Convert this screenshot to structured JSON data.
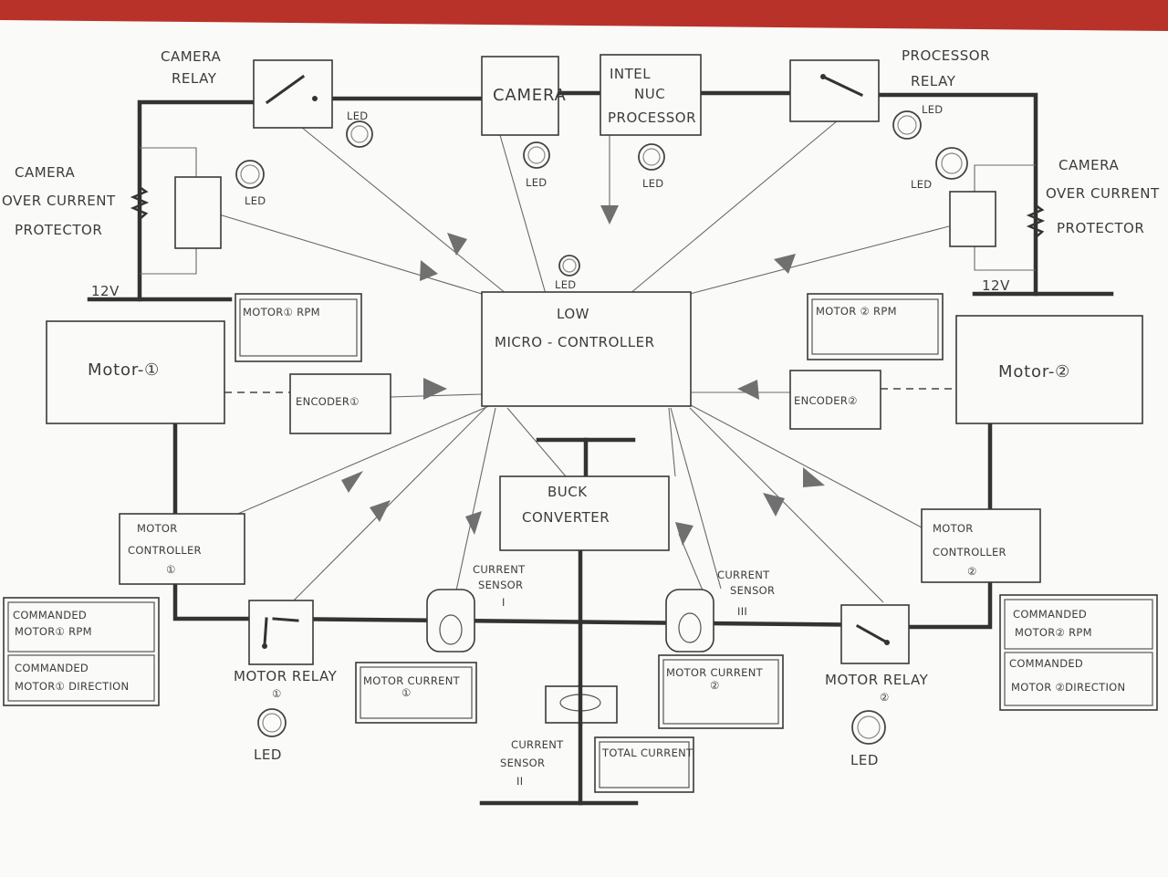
{
  "labels": {
    "camera_relay_1": "CAMERA",
    "camera_relay_2": "RELAY",
    "camera": "CAMERA",
    "nuc_1": "INTEL",
    "nuc_2": "NUC",
    "nuc_3": "PROCESSOR",
    "processor_relay_1": "PROCESSOR",
    "processor_relay_2": "RELAY",
    "led_cam_relay": "LED",
    "led_camera": "LED",
    "led_nuc": "LED",
    "led_proc_relay": "LED",
    "led_left_ocp": "LED",
    "led_right_ocp": "LED",
    "led_mcu": "LED",
    "led_motor_relay_1": "LED",
    "led_motor_relay_2": "LED",
    "ocp_left_1": "CAMERA",
    "ocp_left_2": "OVER CURRENT",
    "ocp_left_3": "PROTECTOR",
    "ocp_right_1": "CAMERA",
    "ocp_right_2": "OVER CURRENT",
    "ocp_right_3": "PROTECTOR",
    "v12_left": "12V",
    "v12_right": "12V",
    "motor1_rpm": "MOTOR① RPM",
    "motor2_rpm": "MOTOR ② RPM",
    "mcu_1": "LOW",
    "mcu_2": "MICRO - CONTROLLER",
    "motor1": "Motor-①",
    "motor2": "Motor-②",
    "encoder1": "ENCODER①",
    "encoder2": "ENCODER②",
    "buck_1": "BUCK",
    "buck_2": "CONVERTER",
    "mc1_1": "MOTOR",
    "mc1_2": "CONTROLLER",
    "mc1_3": "①",
    "mc2_1": "MOTOR",
    "mc2_2": "CONTROLLER",
    "mc2_3": "②",
    "cs1_1": "CURRENT",
    "cs1_2": "SENSOR",
    "cs1_3": "I",
    "cs3_1": "CURRENT",
    "cs3_2": "SENSOR",
    "cs3_3": "III",
    "cs2_1": "CURRENT",
    "cs2_2": "SENSOR",
    "cs2_3": "II",
    "cmd1_rpm_1": "COMMANDED",
    "cmd1_rpm_2": "MOTOR① RPM",
    "cmd1_dir_1": "COMMANDED",
    "cmd1_dir_2": "MOTOR① DIRECTION",
    "cmd2_rpm_1": "COMMANDED",
    "cmd2_rpm_2": "MOTOR② RPM",
    "cmd2_dir_1": "COMMANDED",
    "cmd2_dir_2": "MOTOR ②DIRECTION",
    "motor_relay1_1": "MOTOR RELAY",
    "motor_relay1_2": "①",
    "motor_relay2_1": "MOTOR RELAY",
    "motor_relay2_2": "②",
    "motor_current1_1": "MOTOR CURRENT",
    "motor_current1_2": "①",
    "motor_current2_1": "MOTOR CURRENT",
    "motor_current2_2": "②",
    "total_current": "TOTAL CURRENT"
  },
  "colors": {
    "paper": "#fafaf8",
    "ink": "#3c3c3c",
    "background": "#b8322a"
  }
}
